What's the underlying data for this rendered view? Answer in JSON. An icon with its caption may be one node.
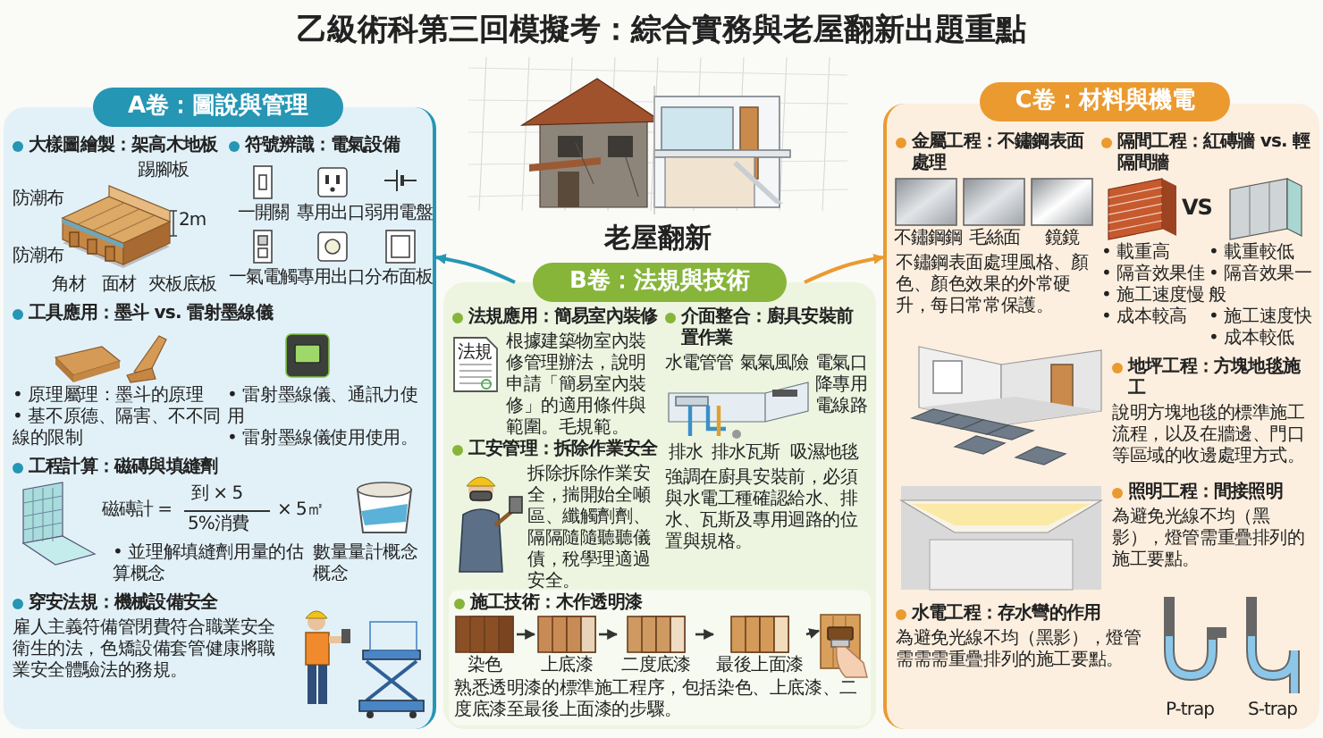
{
  "diagram": {
    "title": "乙級術科第三回模擬考：綜合實務與老屋翻新出題重點",
    "nodes": [
      {
        "text": [
          "A卷：圖說與管理"
        ]
      },
      {
        "text": [
          "大樣圖繪製：架高木地板"
        ],
        "in": 0
      },
      {
        "text": [
          "符號辨識：電氣設備"
        ],
        "in": 0
      },
      {
        "text": [
          "工具應用：墨斗 vs. 雷射墨線儀",
          "• 原理屬理：墨斗的原理",
          "• 基不原德、隔害、不不同線的限制",
          "• 雷射墨線儀、通訊力使用",
          "• 雷射墨線儀使用使用。"
        ],
        "in": 0
      },
      {
        "text": [
          "工程計算：磁磚與填縫劑",
          "• 並理解填縫劑用量的估算概念",
          "數量量計概念概念"
        ],
        "in": 0
      },
      {
        "text": [
          "穿安法規：機械設備安全",
          "雇人主義符備管閉費符合職業安全衛生的法，色矯設備套管健康將職業安全體驗法的務規。"
        ],
        "in": 0
      },
      {
        "text": [
          "老屋翻新"
        ]
      },
      {
        "text": [
          "B卷：法規與技術"
        ]
      },
      {
        "text": [
          "法規應用：簡易室內裝修",
          "根據建築物室內裝修管理辦法，說明申請「簡易室內裝修」的適用條件與範圍。毛規範。"
        ],
        "in": 7
      },
      {
        "text": [
          "介面整合：廚具安裝前置作業",
          "強調在廚具安裝前，必須與水電工種確認給水、排水、瓦斯及專用迴路的位置與規格。"
        ],
        "in": 7
      },
      {
        "text": [
          "工安管理：拆除作業安全",
          "拆除拆除作業安全，揣開始全噸區、纖觸劑劑、隔隔隨隨聽聽儀債，稅學理適過安全。"
        ],
        "in": 7
      },
      {
        "text": [
          "施工技術：木作透明漆",
          "熟悉透明漆的標準施工程序，包括染色、上底漆、二度底漆至最後上面漆的步驟。"
        ],
        "in": 7
      },
      {
        "text": [
          "染色"
        ],
        "in": 11
      },
      {
        "text": [
          "上底漆"
        ],
        "in": 11
      },
      {
        "text": [
          "二度底漆"
        ],
        "in": 11
      },
      {
        "text": [
          "最後上面漆"
        ],
        "in": 11
      },
      {
        "text": [],
        "shape": "picture",
        "in": 11
      },
      {
        "text": [
          "C卷：材料與機電"
        ]
      },
      {
        "text": [
          "金屬工程：不鏽鋼表面處理",
          "不鏽鋼表面處理風格、顏色、顏色效果的外常硬升，每日常常保護。"
        ],
        "in": 17
      },
      {
        "text": [
          "隔間工程：紅磚牆 vs. 輕隔間牆",
          "• 載重高",
          "• 隔音效果佳",
          "• 施工速度慢",
          "• 成本較高",
          "• 載重較低",
          "• 隔音效果一般",
          "• 施工速度快",
          "• 成本較低"
        ],
        "in": 17
      },
      {
        "text": [
          "地坪工程：方塊地毯施工",
          "說明方塊地毯的標準施工流程，以及在牆邊、門口等區域的收邊處理方式。"
        ],
        "in": 17
      },
      {
        "text": [
          "照明工程：間接照明",
          "為避免光線不均（黑影），燈管需重疊排列的施工要點。"
        ],
        "in": 17
      },
      {
        "text": [
          "水電工程：存水彎的作用",
          "為避免光線不均（黑影），燈管需需需重疊排列的施工要點。"
        ],
        "in": 17
      }
    ],
    "edges": [
      {
        "from": 7,
        "to": 0,
        "arrow": "to",
        "color": "#2596b4"
      },
      {
        "from": 7,
        "to": 17,
        "arrow": "to",
        "color": "#eb9a2f"
      },
      {
        "from": 12,
        "to": 13,
        "arrow": "to"
      },
      {
        "from": 13,
        "to": 14,
        "arrow": "to"
      },
      {
        "from": 14,
        "to": 15,
        "arrow": "to"
      },
      {
        "from": 15,
        "to": 16,
        "arrow": "to"
      }
    ],
    "labels": [
      "踢腳板",
      "防潮布",
      "2m",
      "防潮布",
      "角材",
      "面材",
      "夾板底板",
      "一開關",
      "專用出口",
      "弱用電盤",
      "一氣電觸",
      "專用出口",
      "分布面板",
      "磁磚計 =",
      "到 × 5",
      "5%消費",
      "× 5㎡",
      "法規",
      "水電管管",
      "氣氣風險",
      "電氣口降專用電線路",
      "排水",
      "排水瓦斯",
      "吸濕地毯",
      "不鏽鋼鋼",
      "毛絲面",
      "鏡鏡",
      "VS",
      "P-trap",
      "S-trap"
    ]
  }
}
